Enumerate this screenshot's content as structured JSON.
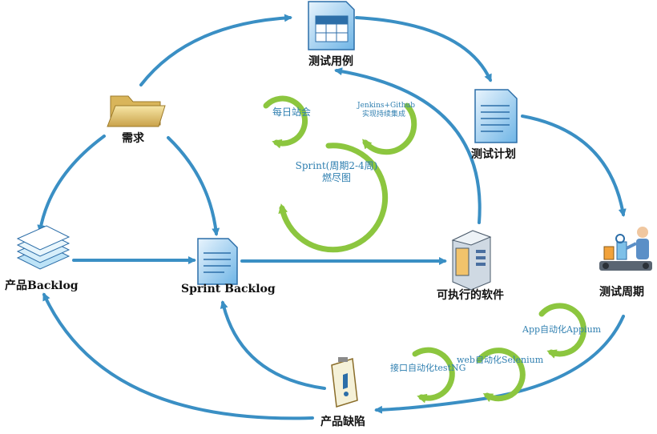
{
  "nodes": {
    "test_cases": "测试用例",
    "test_plan": "测试计划",
    "test_cycle": "测试周期",
    "requirements": "需求",
    "product_backlog": "产品Backlog",
    "sprint_backlog": "Sprint Backlog",
    "executable_software": "可执行的软件",
    "product_defects": "产品缺陷"
  },
  "cycles": {
    "daily_standup": "每日站会",
    "jenkins_line1": "Jenkins+Github",
    "jenkins_line2": "实现持续集成",
    "sprint_line1": "Sprint(周期2-4周)",
    "sprint_line2": "燃尽图",
    "app_automation": "App自动化Appium",
    "web_automation": "web自动化Selenium",
    "api_automation": "接口自动化testNG"
  },
  "colors": {
    "flow_arrow": "#3a8fc4",
    "cycle_green": "#8cc63f",
    "cycle_text": "#2f7fb0"
  },
  "icons": {
    "test_cases": "spreadsheet-document-icon",
    "test_plan": "text-document-icon",
    "test_cycle": "test-worker-icon",
    "requirements": "folder-icon",
    "product_backlog": "stacked-papers-icon",
    "sprint_backlog": "text-document-icon",
    "executable_software": "server-computer-icon",
    "product_defects": "clipboard-alert-icon"
  }
}
